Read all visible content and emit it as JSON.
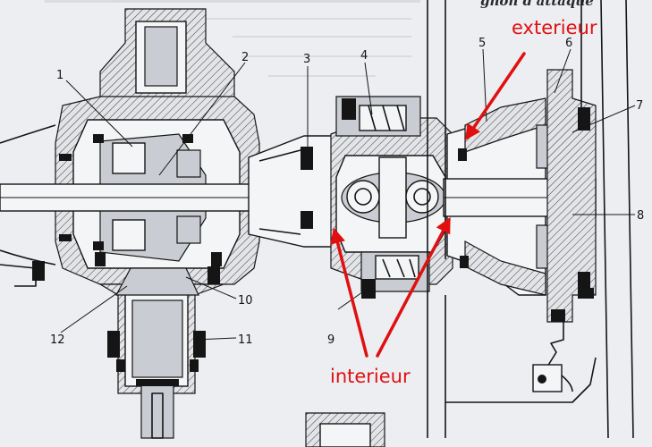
{
  "caption_top": "gnon d'attaque",
  "labels": {
    "exterieur": "exterieur",
    "interieur": "interieur"
  },
  "part_numbers": [
    "1",
    "2",
    "3",
    "4",
    "5",
    "6",
    "7",
    "8",
    "9",
    "10",
    "11",
    "12"
  ],
  "colors": {
    "annotation": "#e01010",
    "ink": "#151515",
    "paper": "#eceef2"
  }
}
